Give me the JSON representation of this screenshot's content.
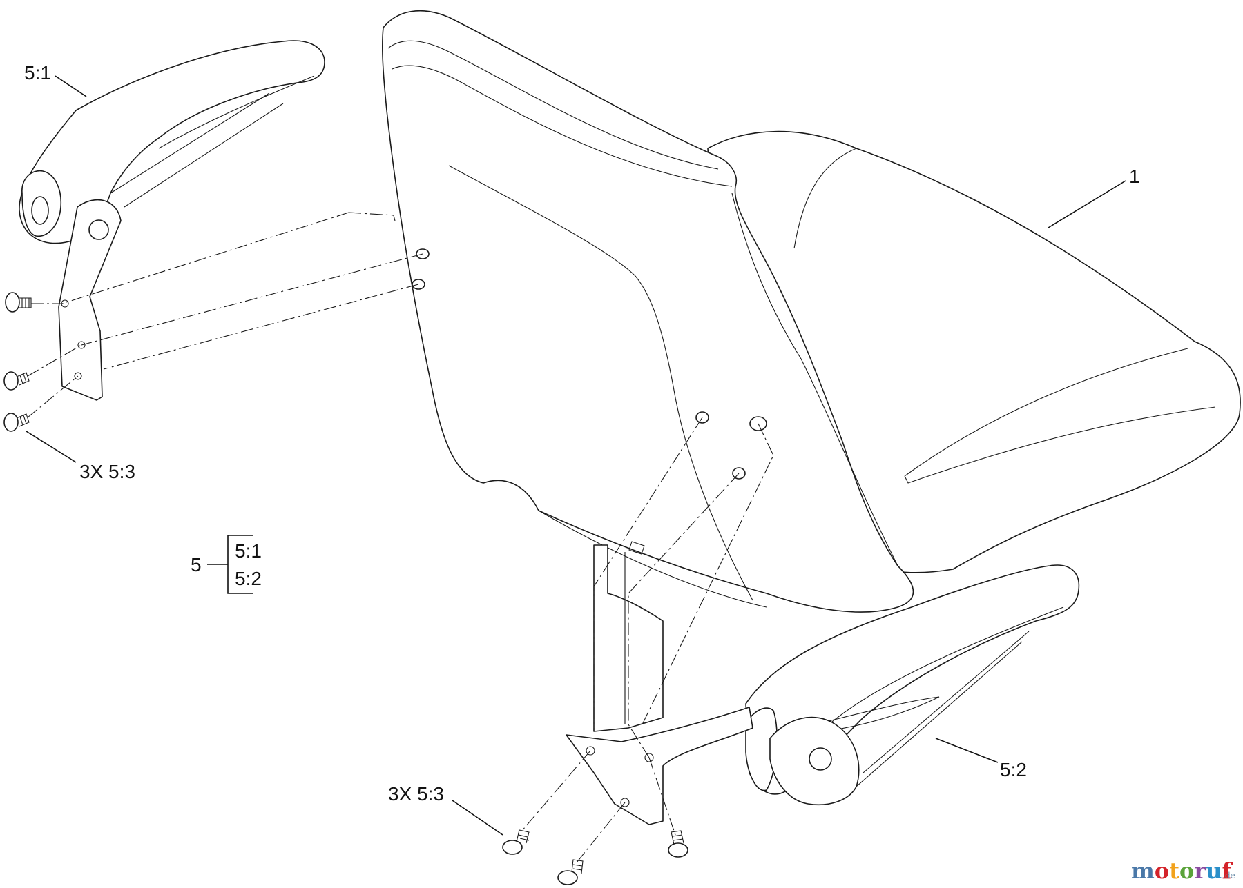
{
  "callouts": {
    "seat": "1",
    "armrest_left": "5:1",
    "armrest_right": "5:2",
    "screws_left": "3X 5:3",
    "screws_right": "3X 5:3"
  },
  "kit": {
    "number": "5",
    "items": [
      "5:1",
      "5:2"
    ]
  },
  "watermark": {
    "letters": [
      "m",
      "o",
      "t",
      "o",
      "r",
      "u",
      "f"
    ],
    "letter_colors": [
      "#4a78a8",
      "#d4232a",
      "#f2a21c",
      "#5aa33a",
      "#8a4aa0",
      "#2a8fc9",
      "#d4232a"
    ],
    "suffix": ".de"
  }
}
